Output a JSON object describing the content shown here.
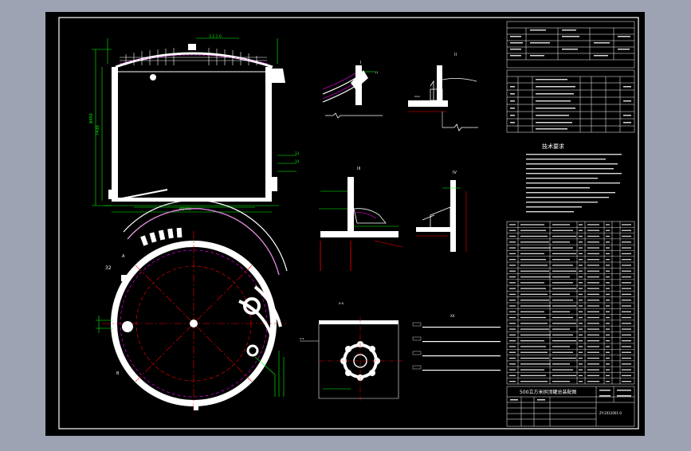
{
  "colors": {
    "background": "#9ea3b4",
    "drawing_area": "#000000",
    "line_white": "#ffffff",
    "dimension_green": "#00ff00",
    "centerline_red": "#ff0000",
    "hatch_magenta": "#ff00ff"
  },
  "title_block": {
    "drawing_title": "500立方米拱顶罐总装配图",
    "drawing_number": "ZY-2012001-0"
  },
  "notes": {
    "heading": "技术要求"
  },
  "detail_views": {
    "view_1": "I",
    "view_2": "II",
    "view_3": "III",
    "view_4": "IV"
  },
  "plan_view_labels": {
    "nozzle_ref": "32",
    "mark_A": "A",
    "mark_B": "B"
  }
}
